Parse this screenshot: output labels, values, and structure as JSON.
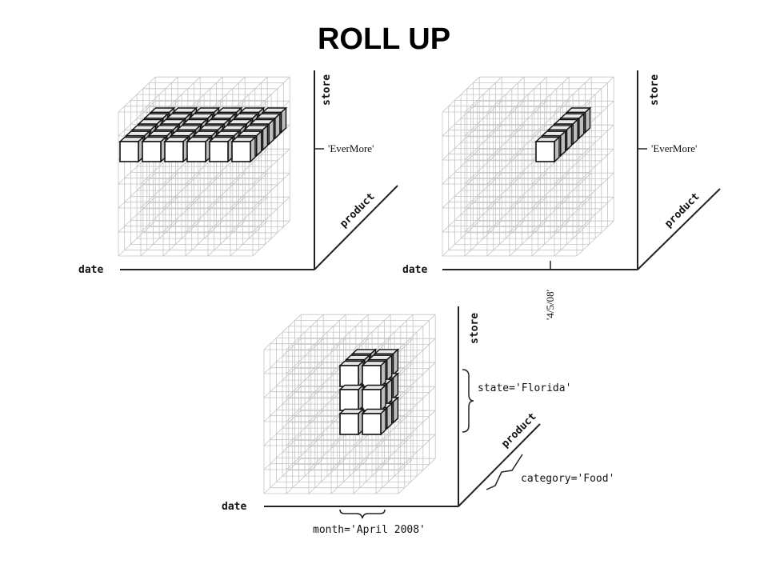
{
  "title": "ROLL UP",
  "diagrams": [
    {
      "axes": {
        "date": "date",
        "store": "store",
        "product": "product"
      },
      "store_value": "'EverMore'"
    },
    {
      "axes": {
        "date": "date",
        "store": "store",
        "product": "product"
      },
      "store_value": "'EverMore'",
      "date_value": "'4/5/08'"
    },
    {
      "axes": {
        "date": "date",
        "store": "store",
        "product": "product"
      },
      "store_value": "state='Florida'",
      "product_value": "category='Food'",
      "date_value": "month='April 2008'"
    }
  ]
}
